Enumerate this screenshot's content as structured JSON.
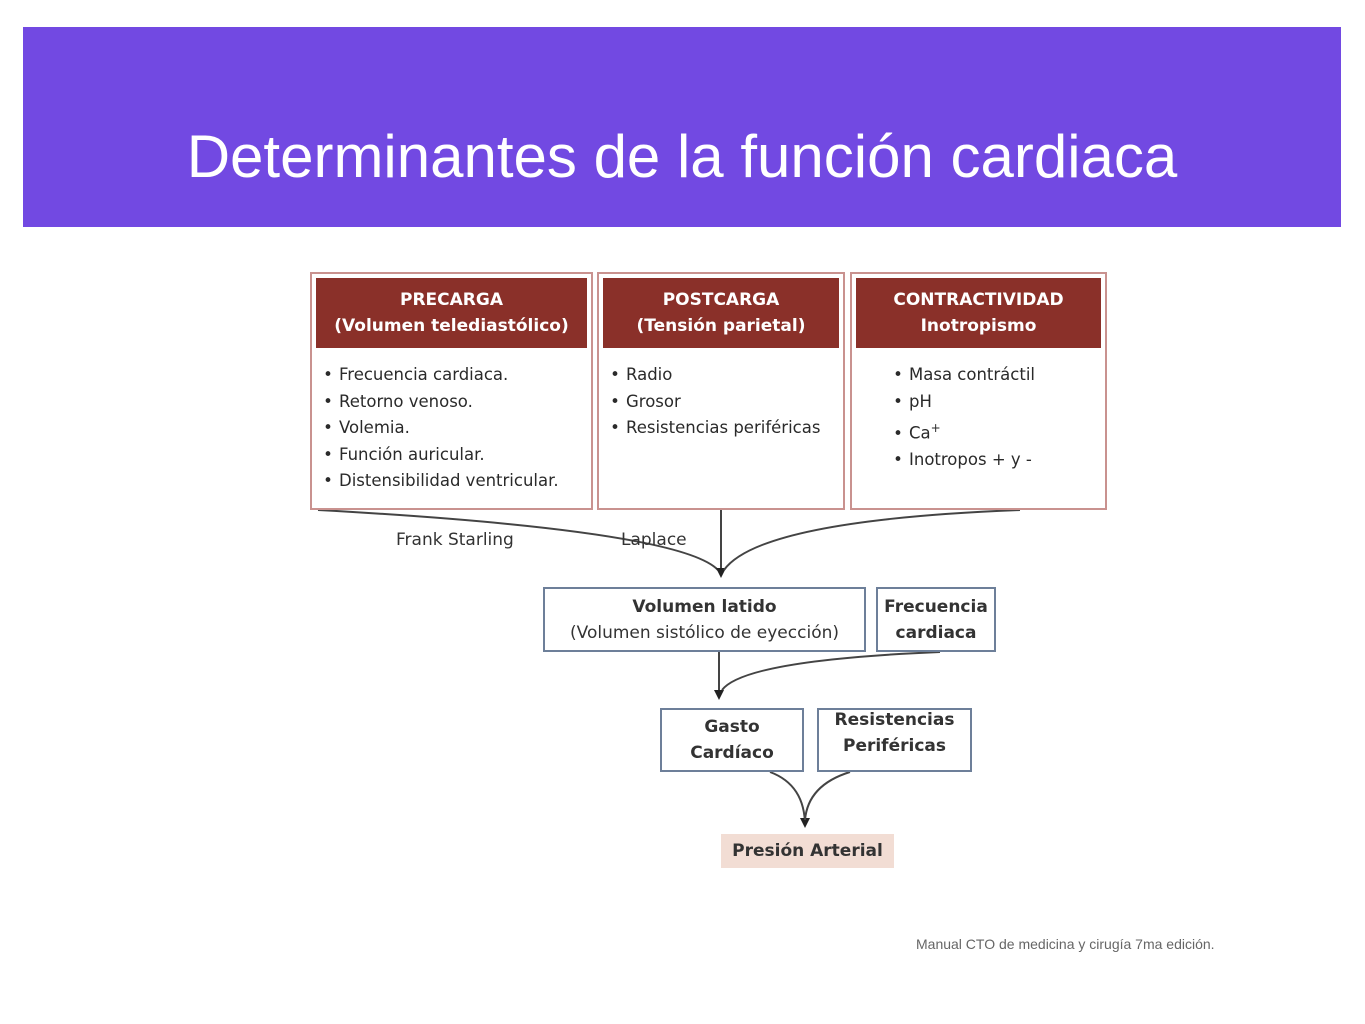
{
  "title": "Determinantes de la función cardiaca",
  "colors": {
    "title_bar": "#7249e2",
    "header_fill": "#8a3029",
    "result_fill": "#f2ddd4",
    "box_border": "#c9928f",
    "node_border": "#6d7f99"
  },
  "determinants": [
    {
      "title": "PRECARGA",
      "subtitle": "(Volumen telediastólico)",
      "items": [
        "Frecuencia cardiaca.",
        "Retorno venoso.",
        "Volemia.",
        "Función auricular.",
        "Distensibilidad ventricular."
      ]
    },
    {
      "title": "POSTCARGA",
      "subtitle": "(Tensión parietal)",
      "items": [
        "Radio",
        "Grosor",
        "Resistencias periféricas"
      ]
    },
    {
      "title": "CONTRACTIVIDAD",
      "subtitle": "Inotropismo",
      "items": [
        "Masa contráctil",
        "pH",
        "Ca+",
        "Inotropos + y -"
      ]
    }
  ],
  "laws": {
    "frank_starling": "Frank Starling",
    "laplace": "Laplace"
  },
  "nodes": {
    "stroke_volume": {
      "line1": "Volumen latido",
      "line2": "(Volumen sistólico de eyección)"
    },
    "heart_rate": {
      "line1": "Frecuencia",
      "line2": "cardiaca"
    },
    "cardiac_output": {
      "line1": "Gasto",
      "line2": "Cardíaco"
    },
    "resistance": {
      "line1": "Resistencias",
      "line2": "Periféricas"
    },
    "result": "Presión Arterial"
  },
  "source": "Manual CTO de medicina y cirugía 7ma edición."
}
